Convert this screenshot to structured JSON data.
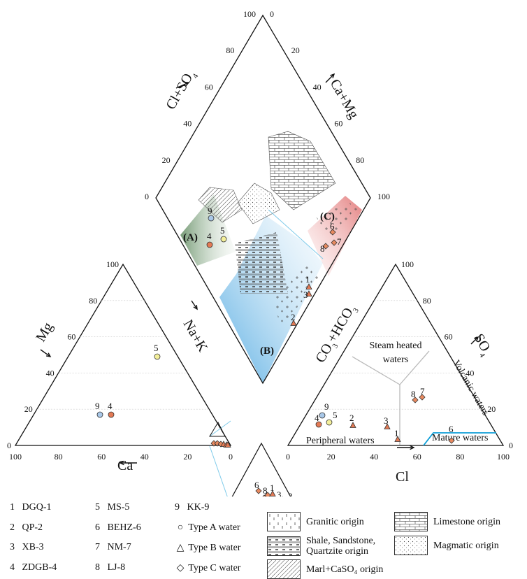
{
  "ticks": [
    "0",
    "20",
    "40",
    "60",
    "80",
    "100"
  ],
  "axis_labels": {
    "mg": "Mg",
    "na_k": "Na+K",
    "ca": "Ca",
    "cl_so4": "Cl+SO",
    "ca_mg": "Ca+Mg",
    "co3_hco3": "CO",
    "so4": "SO",
    "cl": "Cl"
  },
  "regions": {
    "a": "(A)",
    "b": "(B)",
    "c": "(C)"
  },
  "zones": {
    "steam": [
      "Steam heated",
      "waters"
    ],
    "volcanic": "Volcanic waters",
    "peripheral": "Peripheral waters",
    "mature": "Mature waters"
  },
  "colors": {
    "type_a": "#a9c8e8",
    "type_b": "#e37a55",
    "type_c": "#e98a60",
    "ms5": "#f3ef9a",
    "zone_blue": "#0e9fd8"
  },
  "point_labels": [
    "1",
    "2",
    "3",
    "4",
    "5",
    "6",
    "7",
    "8",
    "9"
  ],
  "samples": [
    {
      "num": "1",
      "name": "DGQ-1"
    },
    {
      "num": "2",
      "name": "QP-2"
    },
    {
      "num": "3",
      "name": "XB-3"
    },
    {
      "num": "4",
      "name": "ZDGB-4"
    },
    {
      "num": "5",
      "name": "MS-5"
    },
    {
      "num": "6",
      "name": "BEHZ-6"
    },
    {
      "num": "7",
      "name": "NM-7"
    },
    {
      "num": "8",
      "name": "LJ-8"
    },
    {
      "num": "9",
      "name": "KK-9"
    }
  ],
  "water_types": [
    {
      "symbol": "○",
      "label": "Type A water"
    },
    {
      "symbol": "△",
      "label": "Type B water"
    },
    {
      "symbol": "◇",
      "label": "Type C water"
    }
  ],
  "origins": [
    {
      "label": "Granitic origin"
    },
    {
      "label": "Limestone origin"
    },
    {
      "label": "Shale, Sandstone,\nQuartzite origin"
    },
    {
      "label": "Magmatic origin"
    },
    {
      "label": "Marl+CaSO₄ origin"
    }
  ]
}
